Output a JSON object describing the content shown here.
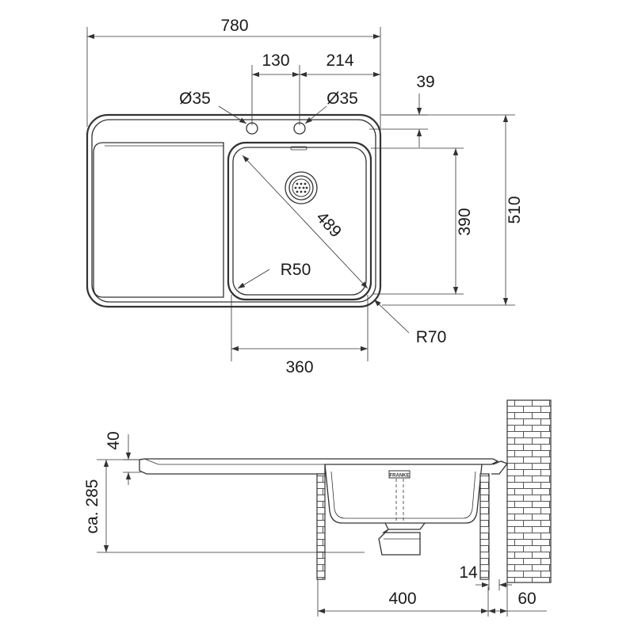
{
  "top_view": {
    "overall_width": "780",
    "tap_hole_offset": "130",
    "tap_to_bowl_right": "214",
    "tap_hole_diameter_left": "Ø35",
    "tap_hole_diameter_right": "Ø35",
    "edge_to_bowl": "39",
    "bowl_height": "390",
    "overall_depth": "510",
    "bowl_diagonal": "489",
    "inner_radius": "R50",
    "outer_radius": "R70",
    "bowl_width": "360"
  },
  "side_view": {
    "rim_height": "40",
    "total_height": "ca. 285",
    "panel_thickness": "14",
    "cabinet_width": "400",
    "wall_gap": "60",
    "waste_label": "FRANKE"
  }
}
